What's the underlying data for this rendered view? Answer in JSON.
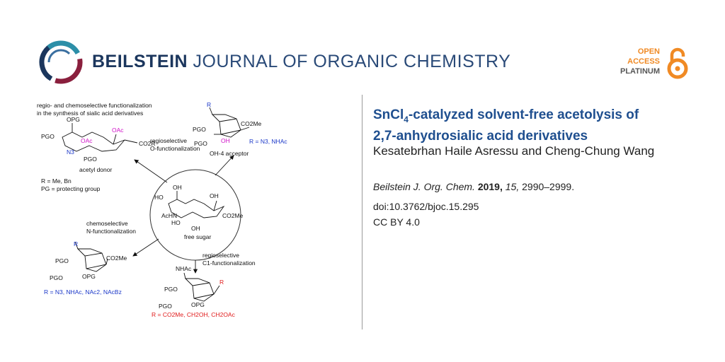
{
  "journal": {
    "name_bold": "BEILSTEIN",
    "name_light": "JOURNAL OF ORGANIC CHEMISTRY",
    "badge": {
      "open": "OPEN",
      "access": "ACCESS",
      "platinum": "PLATINUM",
      "accent_color": "#f08a24"
    }
  },
  "article": {
    "title_part1": "SnCl",
    "title_sub": "4",
    "title_part2": "-catalyzed solvent-free acetolysis of",
    "title_line2": "2,7-anhydrosialic acid derivatives",
    "authors": "Kesatebrhan Haile Asressu and Cheng-Chung Wang",
    "citation": {
      "journal": "Beilstein J. Org. Chem.",
      "year": "2019,",
      "volume": "15,",
      "pages": "2990–2999."
    },
    "doi": "doi:10.3762/bjoc.15.295",
    "license": "CC BY 4.0",
    "title_color": "#1f4f8f"
  },
  "scheme": {
    "heading1": "regio- and chemoselective functionalization",
    "heading2": "in the synthesis of sialic acid derivatives",
    "topleft": {
      "opg": "OPG",
      "pgo": "PGO",
      "oac1": "OAc",
      "oac2": "OAc",
      "n3": "N3",
      "co2r": "CO2R",
      "pgo2": "PGO",
      "caption": "acetyl donor",
      "r_def": "R = Me, Bn",
      "pg_def": "PG = protecting group"
    },
    "arrow_label_a1": "regioselective",
    "arrow_label_a2": "O-functionalization",
    "topright": {
      "r": "R",
      "co2me": "CO2Me",
      "pgo": "PGO",
      "pgo2": "PGO",
      "oh": "OH",
      "caption": "OH-4 acceptor",
      "r_def": "R = N3, NHAc"
    },
    "center": {
      "ho1": "HO",
      "oh1": "OH",
      "oh2": "OH",
      "achn": "AcHN",
      "ho2": "HO",
      "co2me": "CO2Me",
      "oh3": "OH",
      "caption": "free sugar"
    },
    "arrow_label_b1": "chemoselective",
    "arrow_label_b2": "N-functionalization",
    "bottomleft": {
      "r": "R",
      "pgo": "PGO",
      "co2me": "CO2Me",
      "pgo2": "PGO",
      "opg": "OPG",
      "r_def": "R = N3, NHAc, NAc2, NAcBz"
    },
    "arrow_label_c1": "regioselective",
    "arrow_label_c2": "C1-functionalization",
    "bottomright": {
      "nhac": "NHAc",
      "r": "R",
      "pgo": "PGO",
      "pgo2": "PGO",
      "opg": "OPG",
      "r_def": "R = CO2Me, CH2OH, CH2OAc"
    }
  }
}
